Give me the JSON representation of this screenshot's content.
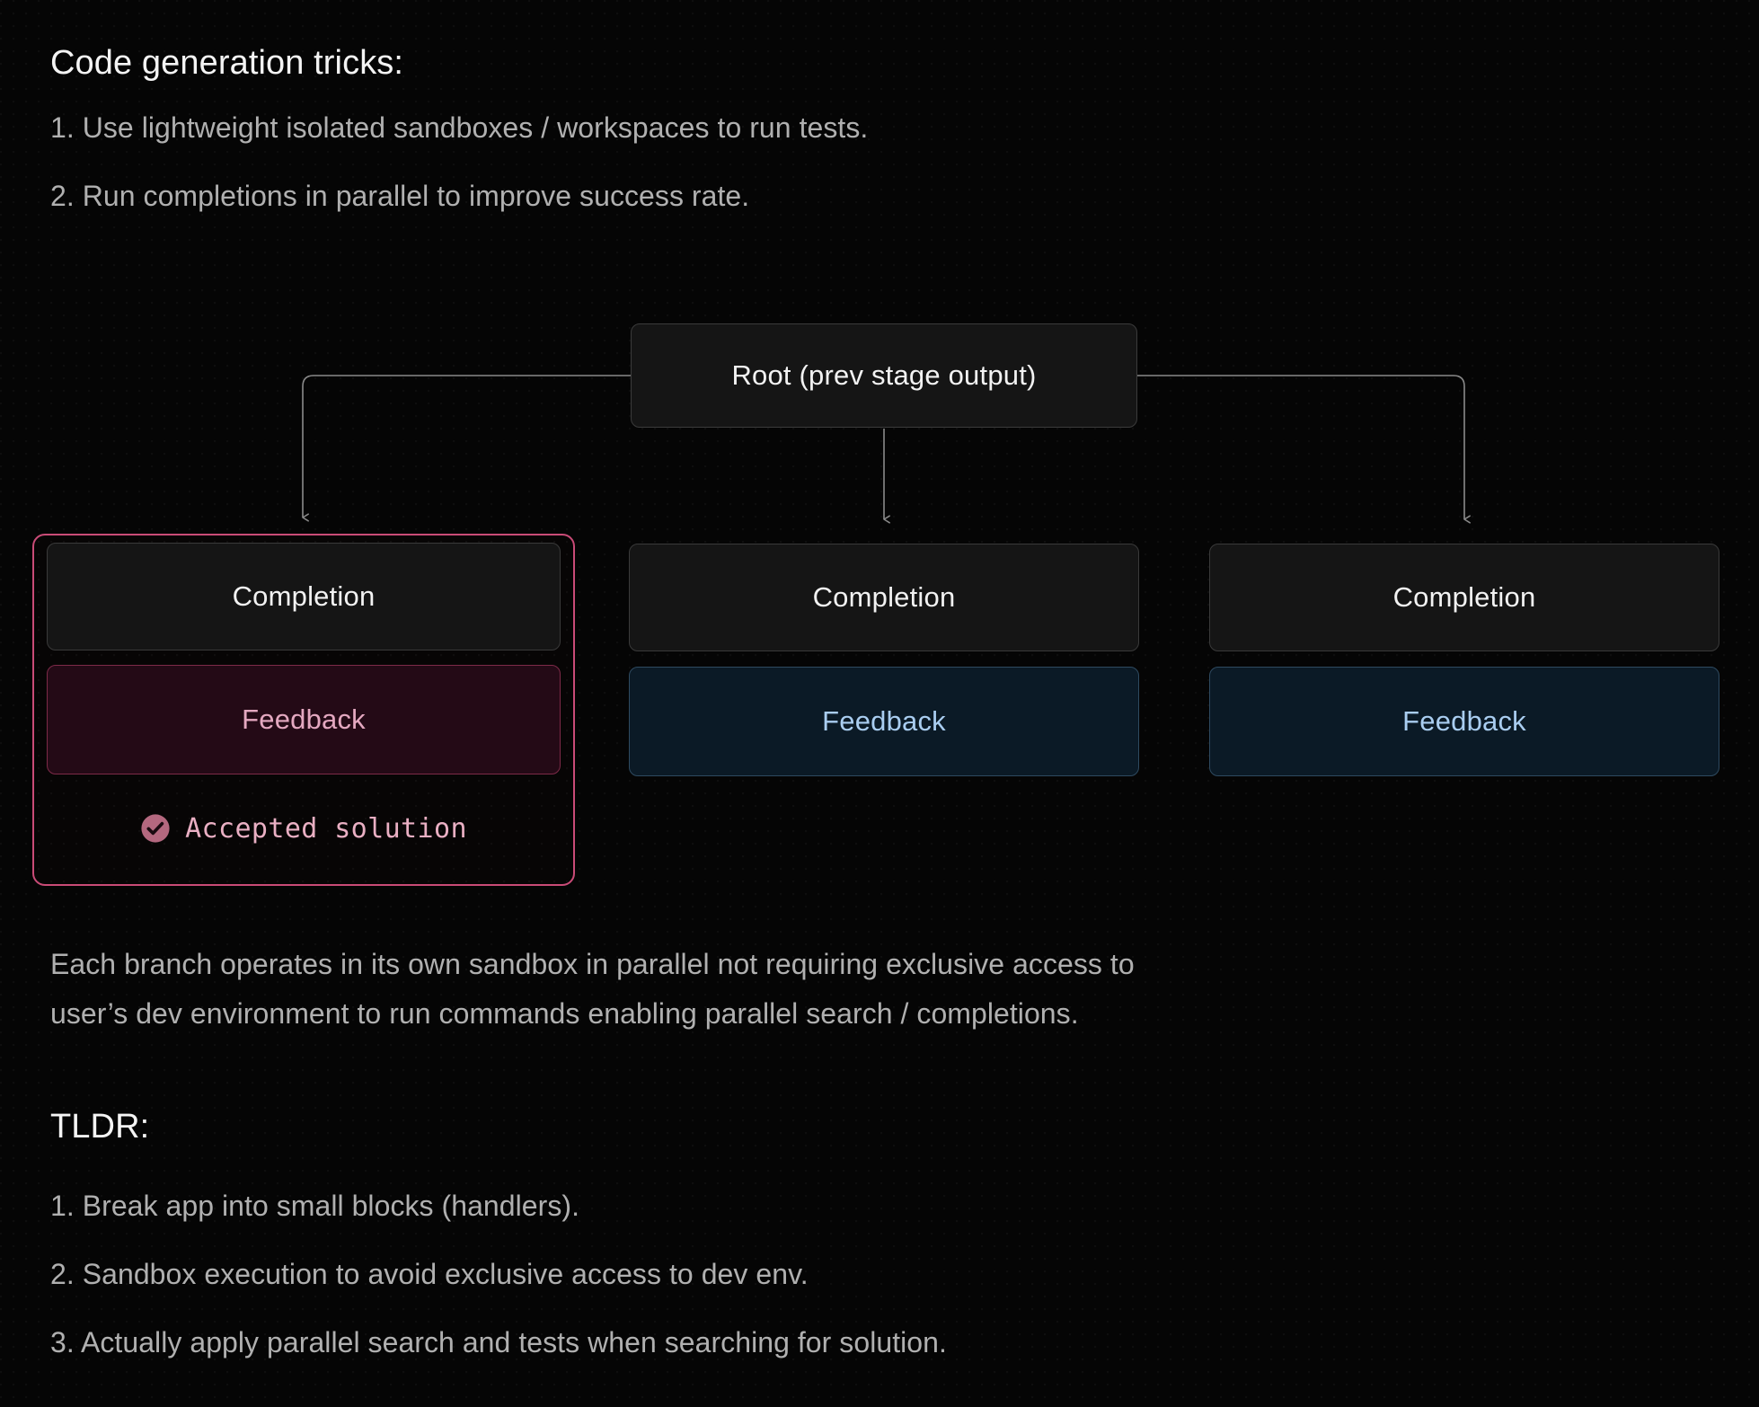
{
  "page": {
    "background_color": "#050505",
    "accent_pink": "#c94b77",
    "accent_blue": "#a9cdf0",
    "text_muted": "#b0b0b0",
    "text_primary": "#f4f4f4"
  },
  "sections": {
    "tricks": {
      "heading": "Code generation tricks:",
      "items": [
        "1. Use lightweight isolated sandboxes / workspaces to run tests.",
        "2. Run completions in parallel to improve success rate."
      ]
    },
    "caption": {
      "line1": "Each branch operates in its own sandbox in parallel not requiring exclusive access to",
      "line2": "user’s dev environment to run commands enabling parallel search / completions."
    },
    "tldr": {
      "heading": "TLDR:",
      "items": [
        "1. Break app into small blocks (handlers).",
        "2. Sandbox execution to avoid exclusive access to dev env.",
        "3. Actually apply parallel search and tests when searching for solution."
      ]
    }
  },
  "diagram": {
    "root": {
      "label": "Root (prev stage output)"
    },
    "branches": [
      {
        "id": "branch-1",
        "highlighted": true,
        "completion_label": "Completion",
        "feedback_label": "Feedback",
        "status_label": "Accepted solution",
        "status_icon": "check-circle-icon",
        "feedback_variant": "pink"
      },
      {
        "id": "branch-2",
        "highlighted": false,
        "completion_label": "Completion",
        "feedback_label": "Feedback",
        "feedback_variant": "blue"
      },
      {
        "id": "branch-3",
        "highlighted": false,
        "completion_label": "Completion",
        "feedback_label": "Feedback",
        "feedback_variant": "blue"
      }
    ]
  }
}
